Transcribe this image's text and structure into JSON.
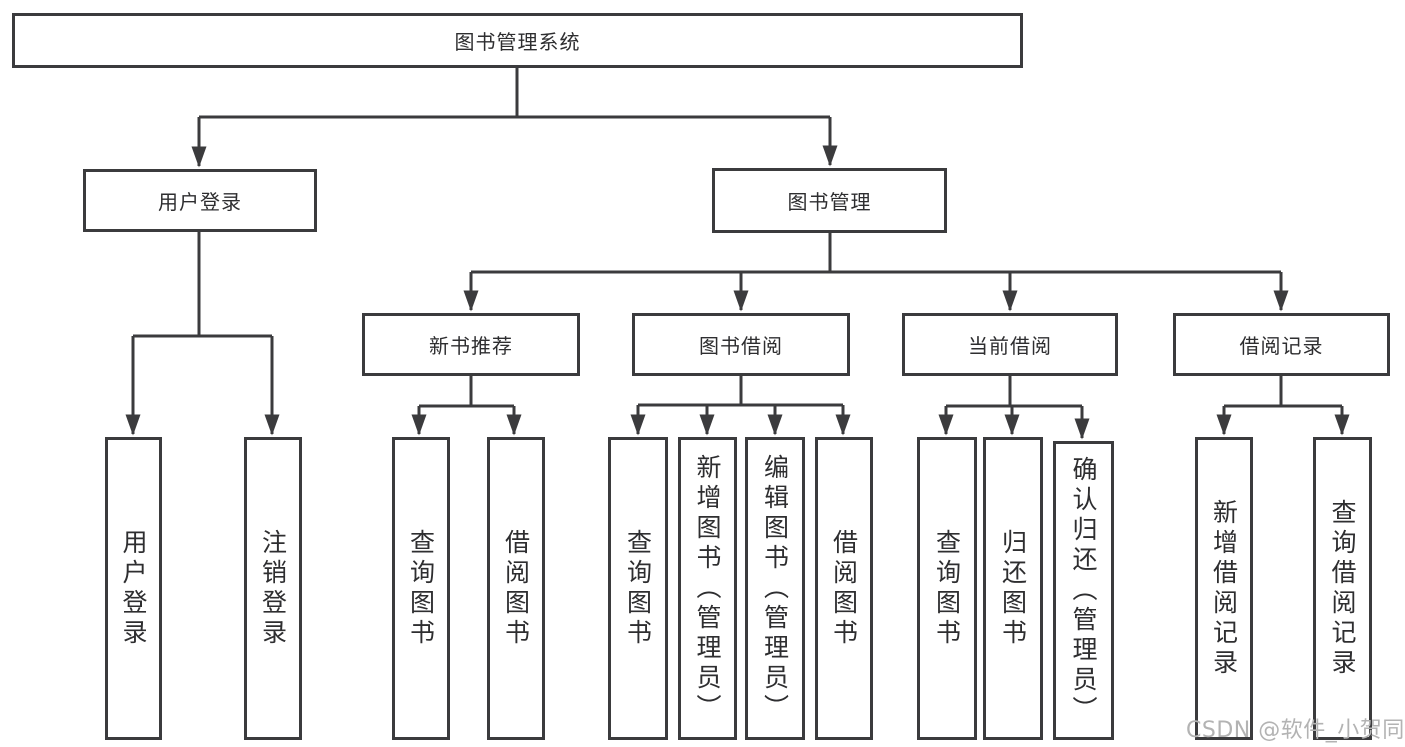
{
  "diagram": {
    "root": {
      "label": "图书管理系统",
      "children": [
        {
          "label": "用户登录",
          "children": [
            {
              "label": "用户登录"
            },
            {
              "label": "注销登录"
            }
          ]
        },
        {
          "label": "图书管理",
          "children": [
            {
              "label": "新书推荐",
              "children": [
                {
                  "label": "查询图书"
                },
                {
                  "label": "借阅图书"
                }
              ]
            },
            {
              "label": "图书借阅",
              "children": [
                {
                  "label": "查询图书"
                },
                {
                  "label": "新增图书（管理员）"
                },
                {
                  "label": "编辑图书（管理员）"
                },
                {
                  "label": "借阅图书"
                }
              ]
            },
            {
              "label": "当前借阅",
              "children": [
                {
                  "label": "查询图书"
                },
                {
                  "label": "归还图书"
                },
                {
                  "label": "确认归还（管理员）"
                }
              ]
            },
            {
              "label": "借阅记录",
              "children": [
                {
                  "label": "新增借阅记录"
                },
                {
                  "label": "查询借阅记录"
                }
              ]
            }
          ]
        }
      ]
    },
    "watermark": "CSDN @软件_小贺同学",
    "colors": {
      "line": "#3b3b3d",
      "box_border": "#3b3b3d",
      "text": "#2e2e30",
      "watermark": "#b3b3b3",
      "background": "#ffffff"
    }
  }
}
